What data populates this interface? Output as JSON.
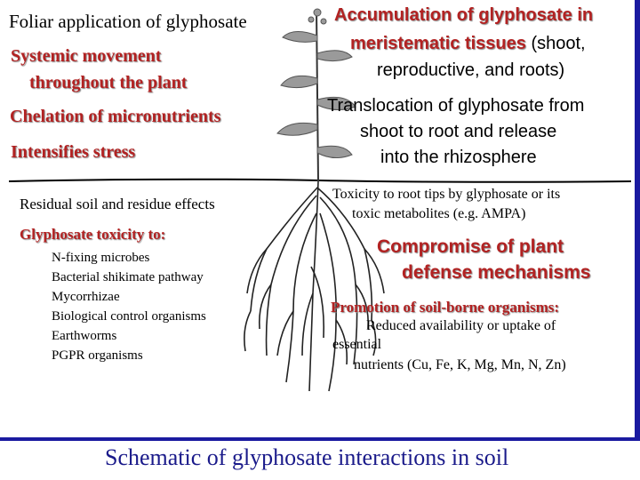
{
  "left": {
    "foliar": "Foliar application of glyphosate",
    "systemic_line1": "Systemic movement",
    "systemic_line2": "throughout the plant",
    "chelation": "Chelation of micronutrients",
    "stress": "Intensifies stress",
    "residual": "Residual soil and residue effects",
    "toxicity_heading": "Glyphosate toxicity to:",
    "toxicity_items": [
      "N-fixing microbes",
      "Bacterial shikimate pathway",
      "Mycorrhizae",
      "Biological control organisms",
      "Earthworms",
      "PGPR organisms"
    ]
  },
  "right": {
    "accum_line1": "Accumulation of glyphosate in",
    "accum_line2_red": "meristematic tissues",
    "accum_line2_black": " (shoot,",
    "accum_line3": "reproductive, and roots)",
    "transloc_line1": "Translocation of glyphosate from",
    "transloc_line2": "shoot to root and release",
    "transloc_line3": "into the rhizosphere",
    "toxicity_root_line1": "Toxicity to root tips by glyphosate or its",
    "toxicity_root_line2": "toxic metabolites (e.g. AMPA)",
    "compromise_line1": "Compromise of plant",
    "compromise_line2": "defense mechanisms",
    "promotion": "Promotion of soil-borne organisms:",
    "reduced_line1": "Reduced availability or uptake of",
    "reduced_line2": "essential",
    "reduced_line3": "nutrients (Cu, Fe, K, Mg, Mn, N, Zn)"
  },
  "caption": "Schematic of glyphosate interactions in soil",
  "colors": {
    "red_text": "#b22222",
    "frame": "#1a1aa0",
    "caption": "#1a1a8a"
  }
}
